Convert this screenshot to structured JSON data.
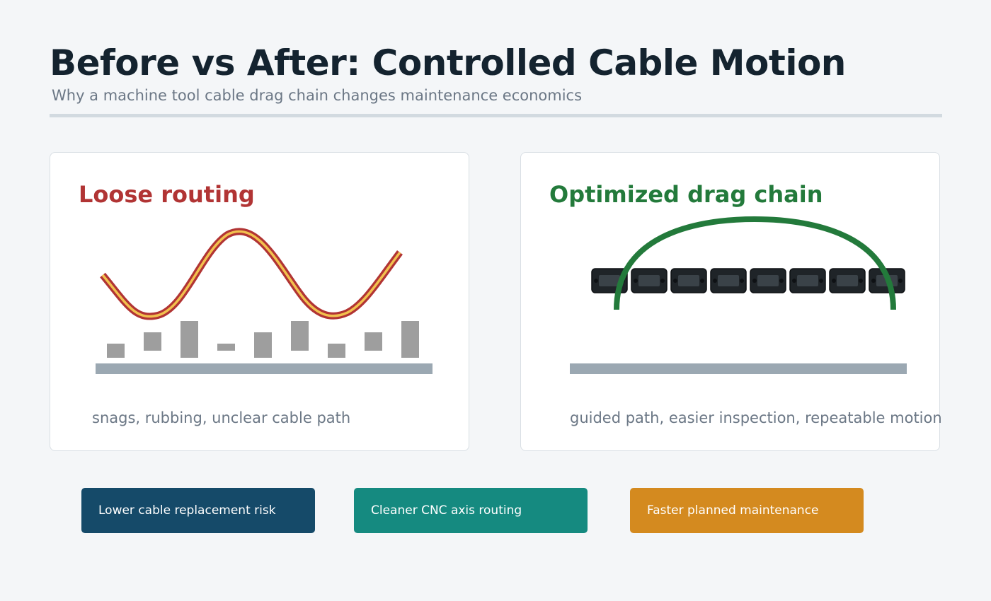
{
  "header": {
    "title": "Before vs After: Controlled Cable Motion",
    "subtitle": "Why a machine tool cable drag chain changes maintenance economics"
  },
  "panels": {
    "before": {
      "title": "Loose routing",
      "caption": "snags, rubbing, unclear cable path",
      "title_color": "#b13434"
    },
    "after": {
      "title": "Optimized drag chain",
      "caption": "guided path, easier inspection, repeatable motion",
      "title_color": "#237a3b"
    }
  },
  "benefits": [
    {
      "label": "Lower cable replacement risk",
      "color": "#154a69"
    },
    {
      "label": "Cleaner CNC axis routing",
      "color": "#158a80"
    },
    {
      "label": "Faster planned maintenance",
      "color": "#d48a1f"
    }
  ],
  "colors": {
    "cable_outer": "#b13434",
    "cable_inner": "#f2c14e",
    "rail": "#9ba8b2",
    "debris": "#9e9e9e",
    "chain_link": "#1f2428",
    "arc": "#237a3b"
  },
  "icons": {
    "before": "tangled-cable-icon",
    "after": "drag-chain-icon"
  }
}
